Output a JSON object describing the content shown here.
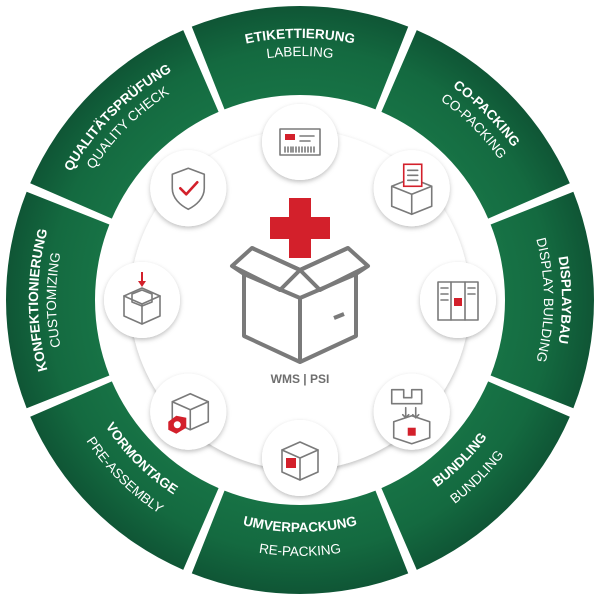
{
  "diagram": {
    "title": "WMS | PSI",
    "colors": {
      "segment": "#177045",
      "segment_dark": "#0f5535",
      "separator": "#ffffff",
      "inner": "#ffffff",
      "accent": "#d3202b",
      "icon": "#7a7a7a"
    },
    "segments": [
      {
        "id": "labeling",
        "bold": "ETIKETTIERUNG",
        "light": "LABELING",
        "icon": "label-card-icon"
      },
      {
        "id": "co-packing",
        "bold": "CO-PACKING",
        "light": "CO-PACKING",
        "icon": "box-with-document-icon"
      },
      {
        "id": "display",
        "bold": "DISPLAYBAU",
        "light": "DISPLAY BUILDING",
        "icon": "display-stand-icon"
      },
      {
        "id": "bundling",
        "bold": "BUNDLING",
        "light": "BUNDLING",
        "icon": "puzzle-into-box-icon"
      },
      {
        "id": "repacking",
        "bold": "UMVERPACKUNG",
        "light": "RE-PACKING",
        "icon": "small-box-icon"
      },
      {
        "id": "preassembly",
        "bold": "VORMONTAGE",
        "light": "PRE-ASSEMBLY",
        "icon": "box-with-nut-icon"
      },
      {
        "id": "customizing",
        "bold": "KONFEKTIONIERUNG",
        "light": "CUSTOMIZING",
        "icon": "box-with-arrow-icon"
      },
      {
        "id": "quality",
        "bold": "QUALITÄTSPRÜFUNG",
        "light": "QUALITY CHECK",
        "icon": "shield-check-icon"
      }
    ]
  }
}
